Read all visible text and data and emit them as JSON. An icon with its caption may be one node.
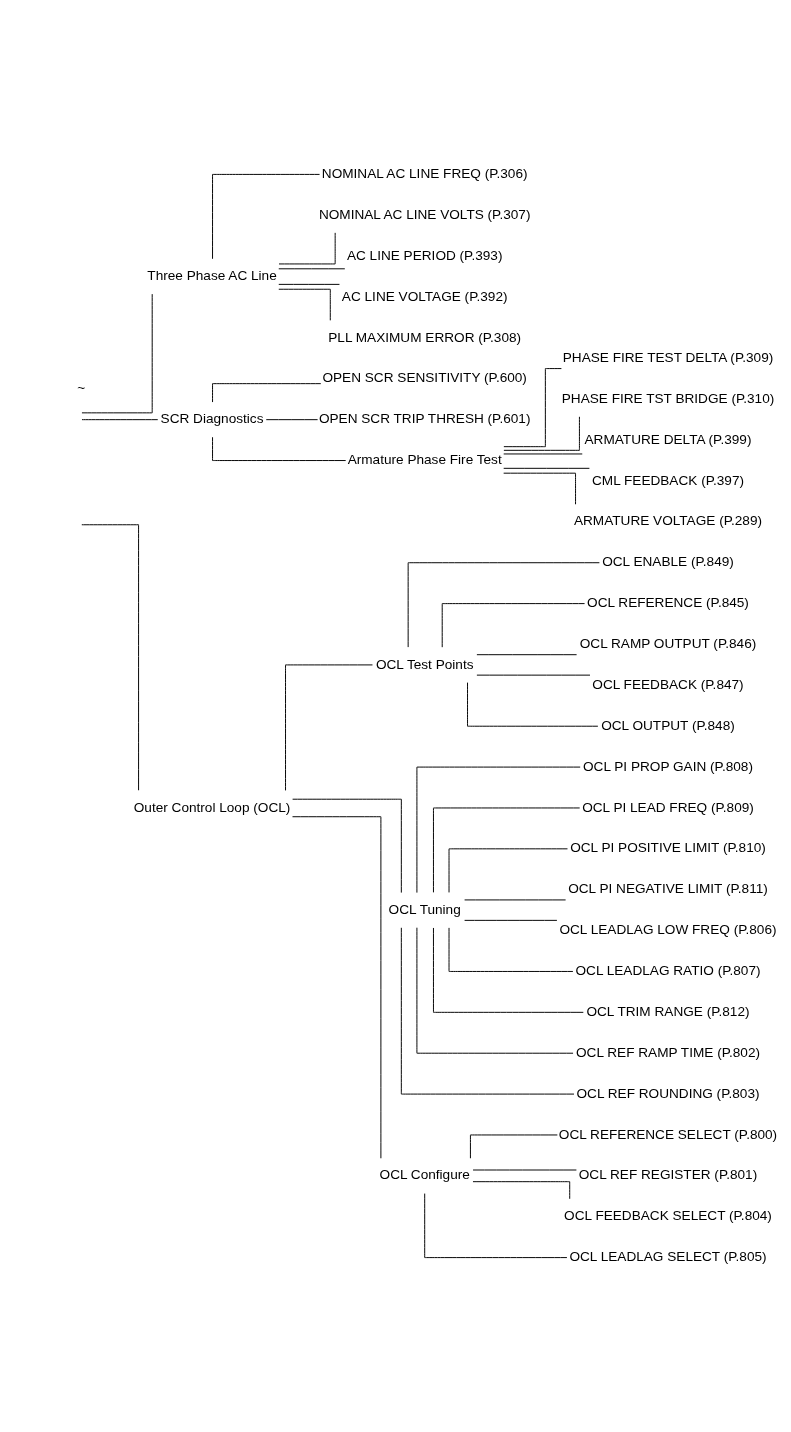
{
  "diagram": {
    "nodes": [
      {
        "text": [
          "Three Phase AC Line"
        ]
      },
      {
        "text": [
          "NOMINAL AC LINE FREQ (P.306)"
        ]
      },
      {
        "text": [
          "NOMINAL AC LINE VOLTS (P.307)"
        ]
      },
      {
        "text": [
          "AC LINE PERIOD (P.393)"
        ]
      },
      {
        "text": [
          "AC LINE VOLTAGE (P.392)"
        ]
      },
      {
        "text": [
          "PLL MAXIMUM ERROR (P.308)"
        ]
      },
      {
        "text": [
          "SCR Diagnostics"
        ]
      },
      {
        "text": [
          "OPEN SCR SENSITIVITY (P.600)"
        ]
      },
      {
        "text": [
          "OPEN SCR TRIP THRESH (P.601)"
        ]
      },
      {
        "text": [
          "Armature Phase Fire Test"
        ]
      },
      {
        "text": [
          "PHASE FIRE TEST DELTA (P.309)"
        ]
      },
      {
        "text": [
          "PHASE FIRE TST BRIDGE (P.310)"
        ]
      },
      {
        "text": [
          "ARMATURE DELTA (P.399)"
        ]
      },
      {
        "text": [
          "CML FEEDBACK (P.397)"
        ]
      },
      {
        "text": [
          "ARMATURE VOLTAGE (P.289)"
        ]
      },
      {
        "text": [
          "Outer Control Loop (OCL)"
        ]
      },
      {
        "text": [
          "OCL Test Points"
        ]
      },
      {
        "text": [
          "OCL ENABLE (P.849)"
        ]
      },
      {
        "text": [
          "OCL REFERENCE (P.845)"
        ]
      },
      {
        "text": [
          "OCL RAMP OUTPUT (P.846)"
        ]
      },
      {
        "text": [
          "OCL FEEDBACK (P.847)"
        ]
      },
      {
        "text": [
          "OCL OUTPUT (P.848)"
        ]
      },
      {
        "text": [
          "OCL Tuning"
        ]
      },
      {
        "text": [
          "OCL PI PROP GAIN (P.808)"
        ]
      },
      {
        "text": [
          "OCL PI LEAD FREQ (P.809)"
        ]
      },
      {
        "text": [
          "OCL PI POSITIVE LIMIT (P.810)"
        ]
      },
      {
        "text": [
          "OCL PI NEGATIVE LIMIT (P.811)"
        ]
      },
      {
        "text": [
          "OCL LEADLAG LOW FREQ (P.806)"
        ]
      },
      {
        "text": [
          "OCL LEADLAG RATIO (P.807)"
        ]
      },
      {
        "text": [
          "OCL TRIM RANGE (P.812)"
        ]
      },
      {
        "text": [
          "OCL REF RAMP TIME (P.802)"
        ]
      },
      {
        "text": [
          "OCL REF ROUNDING (P.803)"
        ]
      },
      {
        "text": [
          "OCL Configure"
        ]
      },
      {
        "text": [
          "OCL REFERENCE SELECT (P.800)"
        ]
      },
      {
        "text": [
          "OCL REF REGISTER (P.801)"
        ]
      },
      {
        "text": [
          "OCL FEEDBACK SELECT (P.804)"
        ]
      },
      {
        "text": [
          "OCL LEADLAG SELECT (P.805)"
        ]
      }
    ],
    "edges": [
      {
        "from": null,
        "to": 0,
        "arrow": "none"
      },
      {
        "from": 0,
        "to": 1,
        "arrow": "none"
      },
      {
        "from": 0,
        "to": 2,
        "arrow": "none"
      },
      {
        "from": 0,
        "to": 3,
        "arrow": "none"
      },
      {
        "from": 0,
        "to": 4,
        "arrow": "none"
      },
      {
        "from": 0,
        "to": 5,
        "arrow": "none"
      },
      {
        "from": null,
        "to": 6,
        "arrow": "none"
      },
      {
        "from": 6,
        "to": 7,
        "arrow": "none"
      },
      {
        "from": 6,
        "to": 8,
        "arrow": "none"
      },
      {
        "from": 6,
        "to": 9,
        "arrow": "none"
      },
      {
        "from": 9,
        "to": 10,
        "arrow": "none"
      },
      {
        "from": 9,
        "to": 11,
        "arrow": "none"
      },
      {
        "from": 9,
        "to": 12,
        "arrow": "none"
      },
      {
        "from": 9,
        "to": 13,
        "arrow": "none"
      },
      {
        "from": 9,
        "to": 14,
        "arrow": "none"
      },
      {
        "from": null,
        "to": 15,
        "arrow": "none"
      },
      {
        "from": 15,
        "to": 16,
        "arrow": "none"
      },
      {
        "from": 16,
        "to": 17,
        "arrow": "none"
      },
      {
        "from": 16,
        "to": 18,
        "arrow": "none"
      },
      {
        "from": 16,
        "to": 19,
        "arrow": "none"
      },
      {
        "from": 16,
        "to": 20,
        "arrow": "none"
      },
      {
        "from": 16,
        "to": 21,
        "arrow": "none"
      },
      {
        "from": 15,
        "to": 22,
        "arrow": "none"
      },
      {
        "from": 22,
        "to": 23,
        "arrow": "none"
      },
      {
        "from": 22,
        "to": 24,
        "arrow": "none"
      },
      {
        "from": 22,
        "to": 25,
        "arrow": "none"
      },
      {
        "from": 22,
        "to": 26,
        "arrow": "none"
      },
      {
        "from": 22,
        "to": 27,
        "arrow": "none"
      },
      {
        "from": 22,
        "to": 28,
        "arrow": "none"
      },
      {
        "from": 22,
        "to": 29,
        "arrow": "none"
      },
      {
        "from": 22,
        "to": 30,
        "arrow": "none"
      },
      {
        "from": 22,
        "to": 31,
        "arrow": "none"
      },
      {
        "from": 15,
        "to": 32,
        "arrow": "none"
      },
      {
        "from": 32,
        "to": 33,
        "arrow": "none"
      },
      {
        "from": 32,
        "to": 34,
        "arrow": "none"
      },
      {
        "from": 32,
        "to": 35,
        "arrow": "none"
      },
      {
        "from": 32,
        "to": 36,
        "arrow": "none"
      }
    ],
    "labels": [
      "~"
    ]
  }
}
